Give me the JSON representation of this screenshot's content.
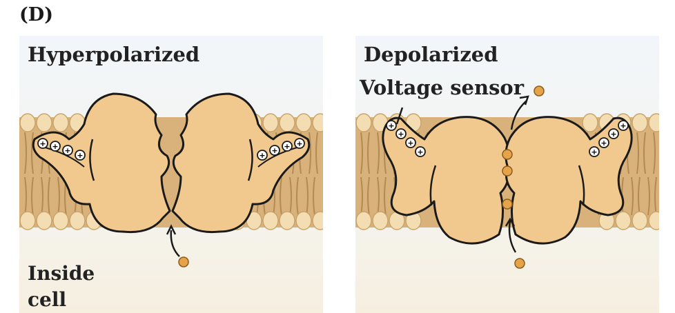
{
  "figure": {
    "panel_label": "(D)"
  },
  "left_panel": {
    "title": "Hyperpolarized",
    "note_line1": "Inside",
    "note_line2": "cell",
    "state": "channel closed"
  },
  "right_panel": {
    "title": "Depolarized",
    "sensor_label": "Voltage sensor",
    "state": "channel open, ions passing"
  },
  "colors": {
    "protein": "#f1c88d",
    "membrane": "#d8b27a",
    "ion": "#e6a34a",
    "outline": "#1a1a1a"
  }
}
